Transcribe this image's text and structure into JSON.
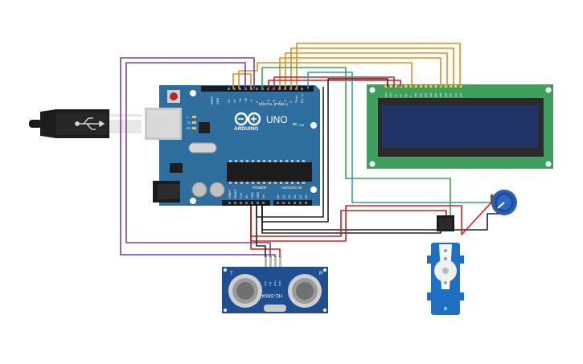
{
  "colors": {
    "board": "#2f6f9f",
    "board_dark": "#23577d",
    "lcd_pcb": "#3ea05c",
    "lcd_screen": "#1f3366",
    "sensor": "#1f4f8f",
    "servo": "#1f6fc2",
    "pot": "#2b5db3",
    "wire_orange": "#e88a1a",
    "wire_purple": "#7b3f9a",
    "wire_green": "#3aa84a",
    "wire_teal": "#2a9fb4",
    "wire_red": "#d12020",
    "wire_black": "#222222"
  },
  "arduino": {
    "aref": "AREF",
    "gnd": "GND",
    "digital_pins": [
      "13",
      "12",
      "~11",
      "~10",
      "~9",
      "8",
      "7",
      "~6",
      "~5",
      "4",
      "~3",
      "2",
      "TX➜1",
      "RX←0"
    ],
    "digital_label": "DIGITAL (PWM~)",
    "brand": "ARDUINO",
    "model": "UNO",
    "on_label": "ON",
    "tx_label": "TX",
    "rx_label": "RX",
    "l_label": "L",
    "power_label": "POWER",
    "power_pins": [
      "IOREF",
      "RESET",
      "3.3V",
      "5V",
      "GND",
      "GND",
      "Vin"
    ],
    "analog_label": "ANALOG IN",
    "analog_pins": [
      "A0",
      "A1",
      "A2",
      "A3",
      "A4",
      "A5"
    ]
  },
  "lcd": {
    "pins": [
      "GND",
      "VCC",
      "V0",
      "RS",
      "RW",
      "E",
      "DB0",
      "DB1",
      "DB2",
      "DB3",
      "DB4",
      "DB5",
      "DB6",
      "DB7",
      "LED",
      "LED"
    ]
  },
  "sensor": {
    "model": "HC-SR04",
    "pins": [
      "VCC",
      "Trig",
      "Echo",
      "GND"
    ],
    "label_t": "T",
    "label_r": "R"
  },
  "icons": {
    "usb": "usb-icon",
    "potentiometer": "potentiometer-icon",
    "servo": "servo-icon"
  }
}
